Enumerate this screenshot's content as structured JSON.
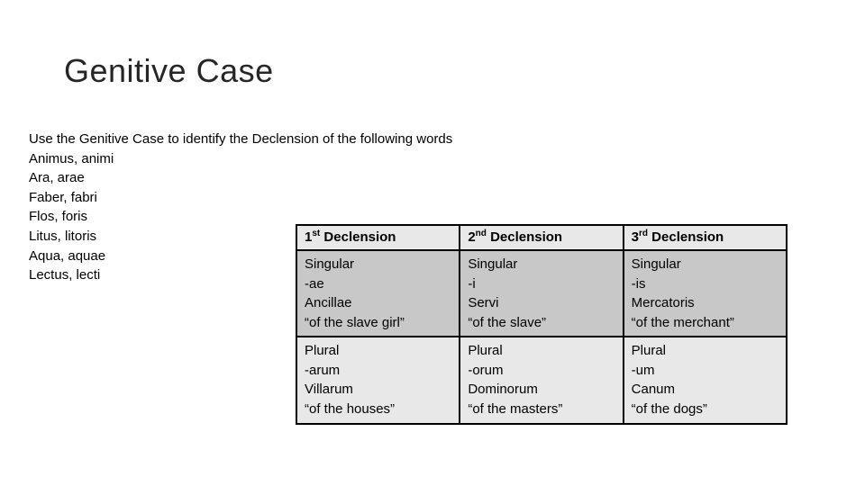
{
  "title": "Genitive Case",
  "body": {
    "instruction": "Use the Genitive Case to identify the Declension of the following words",
    "words": [
      "Animus, animi",
      "Ara, arae",
      "Faber, fabri",
      "Flos, foris",
      "Litus, litoris",
      "Aqua, aquae",
      "Lectus, lecti"
    ]
  },
  "table": {
    "headers": [
      {
        "num": "1",
        "sup": "st",
        "rest": "Declension"
      },
      {
        "num": "2",
        "sup": "nd",
        "rest": "Declension"
      },
      {
        "num": "3",
        "sup": "rd",
        "rest": "Declension"
      }
    ],
    "singular": {
      "col1": {
        "l1": "Singular",
        "l2": "-ae",
        "l3": "Ancillae",
        "l4": "“of the slave girl”"
      },
      "col2": {
        "l1": "Singular",
        "l2": "-i",
        "l3": "Servi",
        "l4": "“of the slave”"
      },
      "col3": {
        "l1": "Singular",
        "l2": "-is",
        "l3": "Mercatoris",
        "l4": "“of the merchant”"
      }
    },
    "plural": {
      "col1": {
        "l1": "Plural",
        "l2": "-arum",
        "l3": "Villarum",
        "l4": "“of the houses”"
      },
      "col2": {
        "l1": "Plural",
        "l2": "-orum",
        "l3": "Dominorum",
        "l4": "“of the masters”"
      },
      "col3": {
        "l1": "Plural",
        "l2": "-um",
        "l3": "Canum",
        "l4": "“of the dogs”"
      }
    }
  },
  "colors": {
    "header_row_bg": "#e9e8e8",
    "singular_row_bg": "#c9c8c8",
    "plural_row_bg": "#e9e8e8",
    "table_border": "#000000",
    "text": "#000000",
    "slide_bg": "#ffffff"
  }
}
